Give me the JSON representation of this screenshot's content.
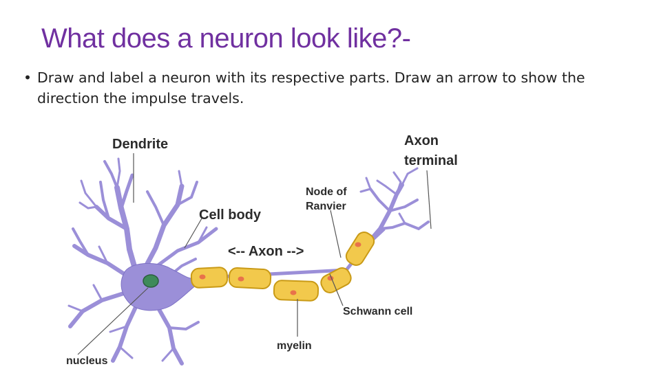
{
  "slide": {
    "title": "What does a neuron look like?-",
    "bullet": "Draw and label a neuron with its respective parts.  Draw an arrow to show the direction the impulse travels."
  },
  "diagram": {
    "labels": {
      "dendrite": "Dendrite",
      "cell_body": "Cell body",
      "axon": "<-- Axon -->",
      "node_line1": "Node of",
      "node_line2": "Ranvier",
      "axon_terminal_line1": "Axon",
      "axon_terminal_line2": "terminal",
      "schwann": "Schwann cell",
      "myelin": "myelin",
      "nucleus": "nucleus"
    },
    "colors": {
      "neuron_fill": "#9b8fd8",
      "neuron_stroke": "#6f62b3",
      "myelin_fill": "#f2c94c",
      "myelin_stroke": "#c99a16",
      "nucleus_fill": "#3e8a5a",
      "schwann_nucleus": "#e8724a",
      "title_color": "#7030a0"
    }
  }
}
